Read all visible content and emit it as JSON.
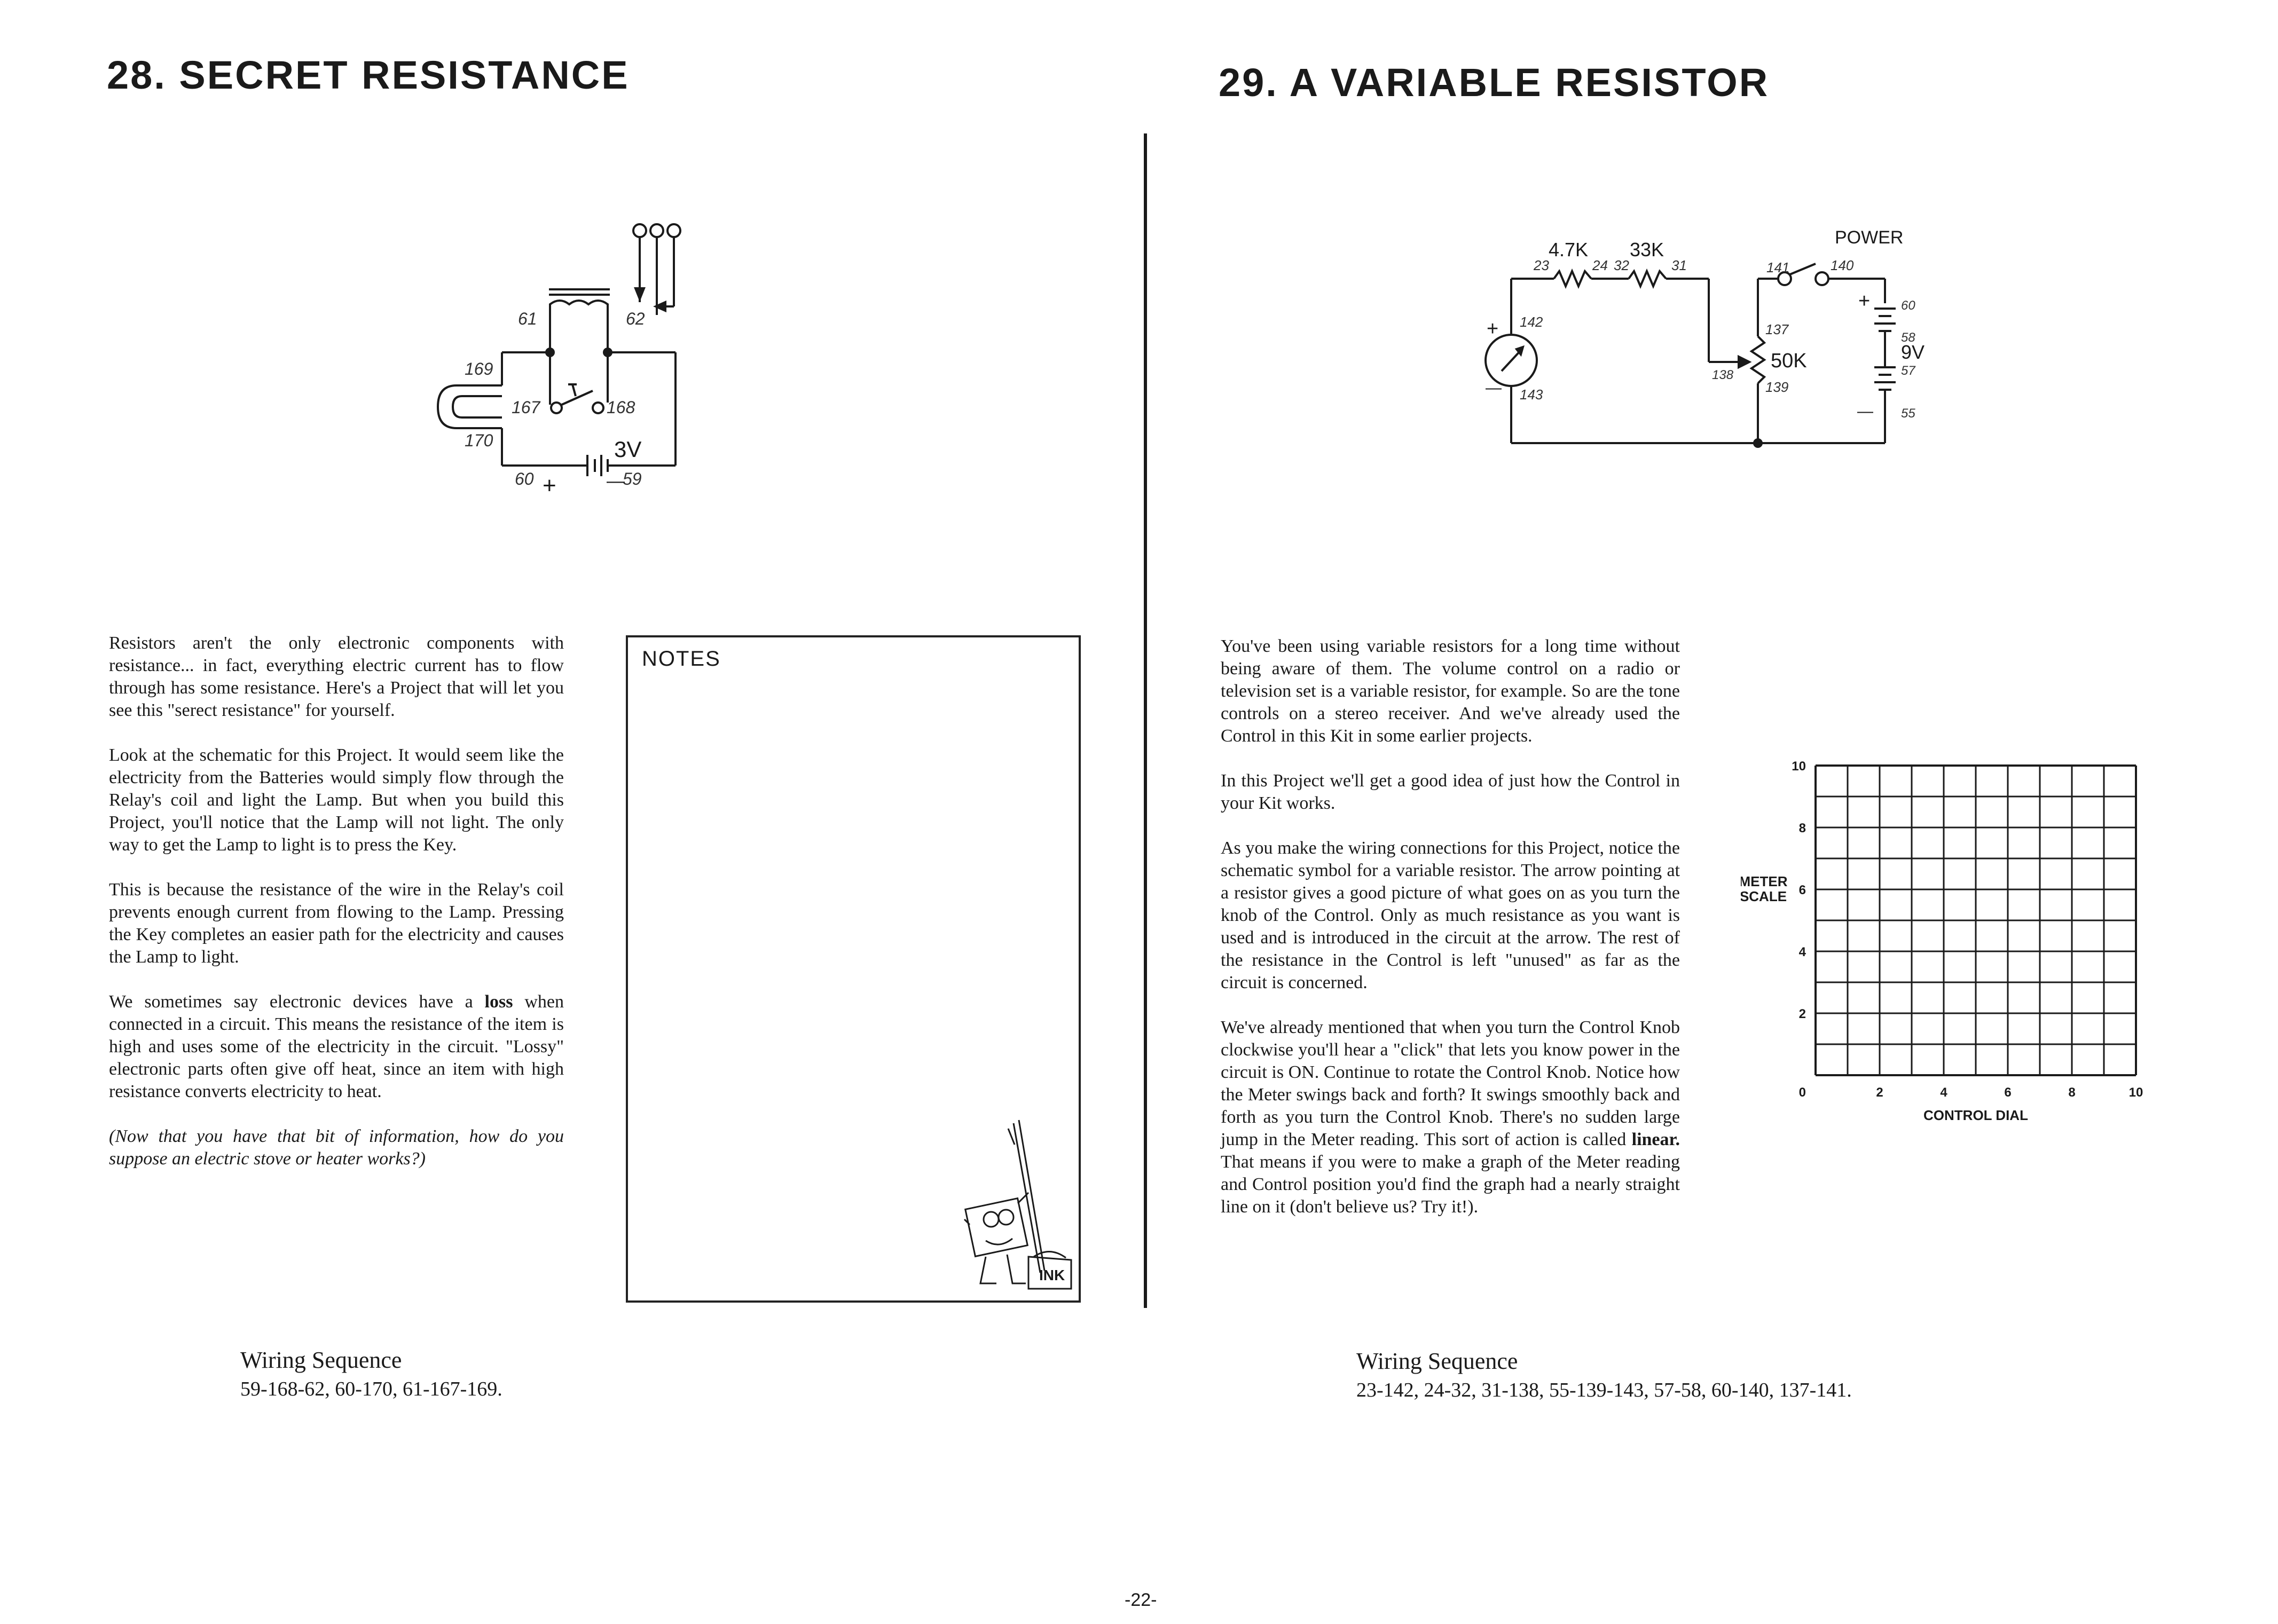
{
  "left": {
    "title": "28. SECRET RESISTANCE",
    "schematic": {
      "labels": {
        "n61": "61",
        "n62": "62",
        "n169": "169",
        "n170": "170",
        "n167": "167",
        "n168": "168",
        "n60": "60",
        "n59": "59",
        "v3": "3V",
        "plus": "+",
        "minus": "—"
      },
      "icons": [
        "relay-coil-icon",
        "key-switch-icon",
        "lamp-icon",
        "battery-icon",
        "relay-contacts-icon"
      ]
    },
    "paragraphs": [
      "Resistors aren't the only electronic components with resistance... in fact, everything electric current has to flow through has some resistance. Here's a Project that will let you see this \"serect resistance\" for yourself.",
      "Look at the schematic for this Project. It would seem like the electricity from the Batteries would simply flow through the Relay's coil and light the Lamp. But when you build this Project, you'll notice that the Lamp will not light. The only way to get the Lamp to light is to press the Key.",
      "This is because the resistance of the wire in the Relay's coil prevents enough current from flowing to the Lamp. Pressing the Key completes an easier path for the electricity and causes the Lamp to light."
    ],
    "p4_before": "We sometimes say electronic devices have a ",
    "p4_bold": "loss",
    "p4_after": " when connected in a circuit. This means the resistance of the item is high and uses some of the electricity in the circuit. \"Lossy\" electronic parts often give off heat, since an item with high resistance converts electricity to heat.",
    "p5": "(Now that you have that bit of information, how do you suppose an electric stove or heater works?)",
    "notes_label": "NOTES",
    "ink_label": "INK",
    "wiring_heading": "Wiring Sequence",
    "wiring_text": "59-168-62, 60-170, 61-167-169."
  },
  "right": {
    "title": "29. A VARIABLE RESISTOR",
    "schematic": {
      "labels": {
        "r1": "4.7K",
        "r2": "33K",
        "n23": "23",
        "n24": "24",
        "n32": "32",
        "n31": "31",
        "n141": "141",
        "n140": "140",
        "power": "POWER",
        "plus_meter": "+",
        "minus_meter": "—",
        "n142": "142",
        "n143": "143",
        "n137": "137",
        "n138": "138",
        "n139": "139",
        "pot": "50K",
        "n60": "60",
        "n58": "58",
        "n57": "57",
        "n55": "55",
        "v9": "9V",
        "plus_bat": "+",
        "minus_bat": "—"
      },
      "icons": [
        "resistor-icon",
        "meter-icon",
        "potentiometer-icon",
        "battery-icon",
        "power-switch-icon"
      ]
    },
    "paragraphs": [
      "You've been using variable resistors for a long time without being aware of them. The volume control on a radio or television set is a variable resistor, for example. So are the tone controls on a stereo receiver. And we've already used the Control in this Kit in some earlier projects.",
      "In this Project we'll get a good idea of just how the Control in your Kit works.",
      "As you make the wiring connections for this Project, notice the schematic symbol for a variable resistor. The arrow pointing at a resistor gives a good picture of what goes on as you turn the knob of the Control. Only as much resistance as you want is used and is introduced in the circuit at the arrow. The rest of the resistance in the Control is left \"unused\" as far as the circuit is concerned."
    ],
    "p4_before": "We've already mentioned that when you turn the Control Knob clockwise you'll hear a \"click\" that lets you know power in the circuit is ON. Continue to rotate the Control Knob. Notice how the Meter swings back and forth? It swings smoothly back and forth as you turn the Control Knob. There's no sudden large jump in the Meter reading. This sort of action is called ",
    "p4_bold": "linear.",
    "p4_after": " That means if you were to make a graph of the Meter reading and Control position you'd find the graph had a nearly straight line on it (don't believe us? Try it!).",
    "wiring_heading": "Wiring Sequence",
    "wiring_text": "23-142, 24-32, 31-138, 55-139-143, 57-58, 60-140, 137-141."
  },
  "chart_data": {
    "type": "line",
    "title": "",
    "xlabel": "CONTROL DIAL",
    "ylabel": "METER SCALE",
    "ylabel_lines": [
      "METER",
      "SCALE"
    ],
    "xlim": [
      0,
      10
    ],
    "ylim": [
      0,
      10
    ],
    "x_ticks": [
      "0",
      "2",
      "4",
      "6",
      "8",
      "10"
    ],
    "y_ticks": [
      "0",
      "2",
      "4",
      "6",
      "8",
      "10"
    ],
    "grid": true,
    "grid_divisions": {
      "x": 10,
      "y": 10
    },
    "series": []
  },
  "page_number": "-22-"
}
